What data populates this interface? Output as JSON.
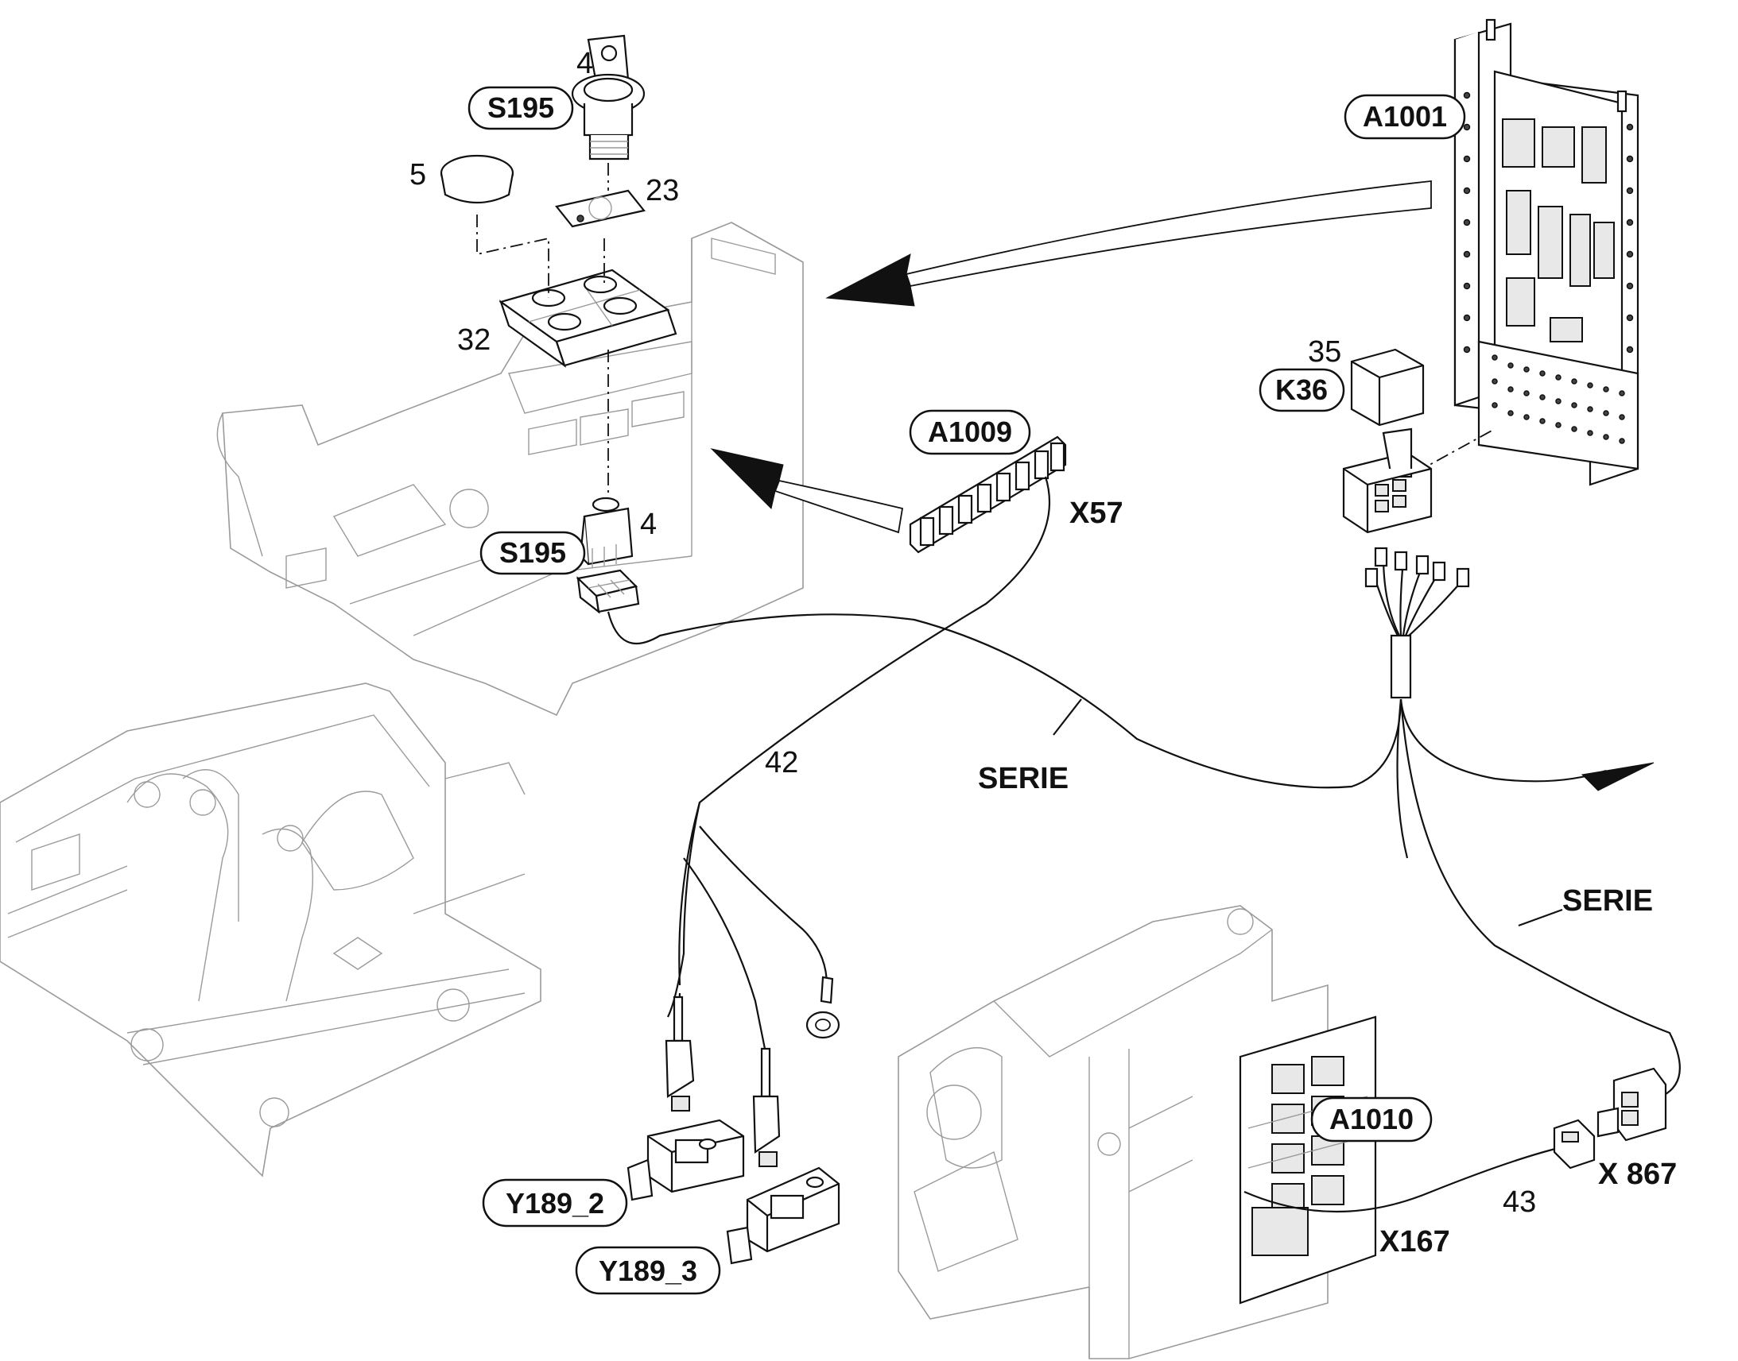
{
  "labels": {
    "s195_top": "S195",
    "s195_mid": "S195",
    "a1001": "A1001",
    "a1009": "A1009",
    "a1010": "A1010",
    "k36": "K36",
    "y189_2": "Y189_2",
    "y189_3": "Y189_3"
  },
  "numbers": {
    "n4_top": "4",
    "n4_mid": "4",
    "n5": "5",
    "n23": "23",
    "n32": "32",
    "n35": "35",
    "n42": "42",
    "n43": "43"
  },
  "connectors": {
    "x57": "X57",
    "x167": "X167",
    "x867": "X 867"
  },
  "harness": {
    "serie_1": "SERIE",
    "serie_2": "SERIE"
  }
}
